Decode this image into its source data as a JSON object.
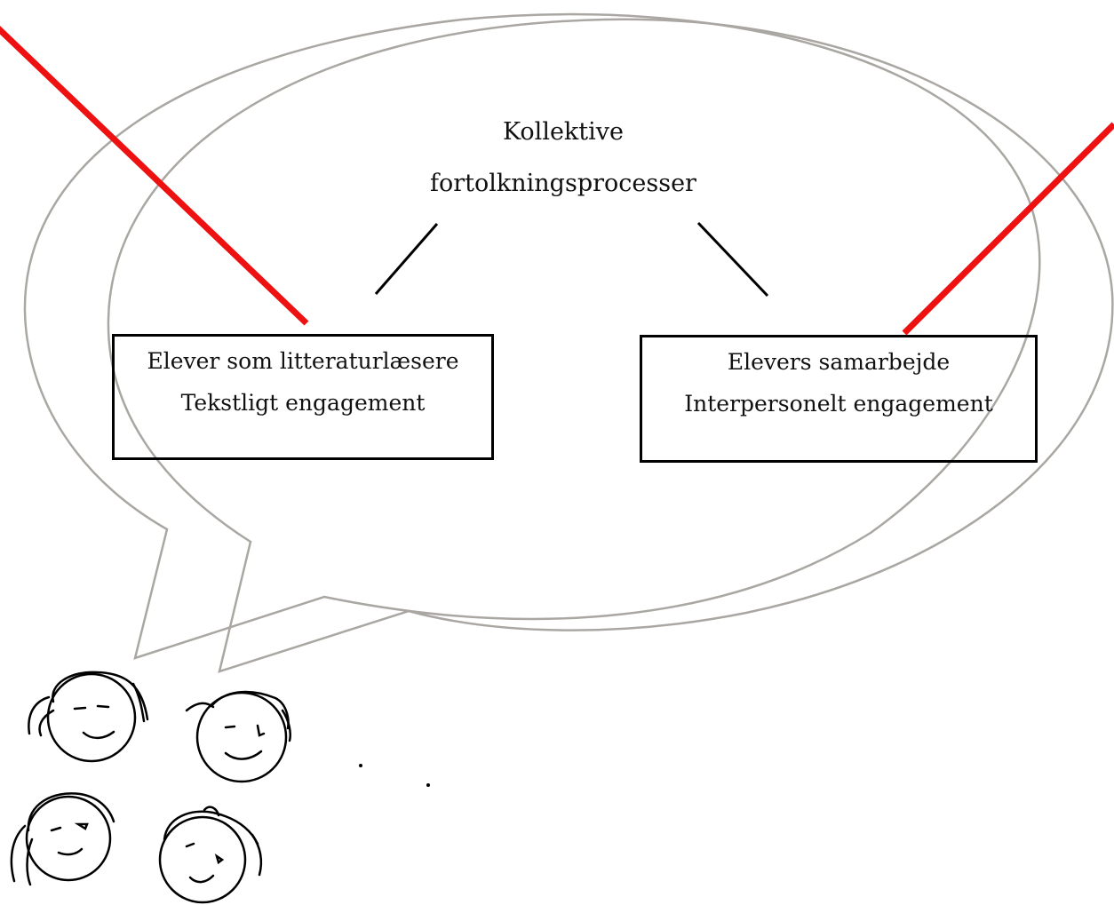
{
  "title": {
    "line1": "Kollektive",
    "line2": "fortolkningsprocesser"
  },
  "left_box": {
    "line1": "Elever som litteraturlæsere",
    "line2": "Tekstligt engagement"
  },
  "right_box": {
    "line1": "Elevers samarbejde",
    "line2": "Interpersonelt engagement"
  },
  "colors": {
    "bubble_outline": "#aaa7a3",
    "pointer_line": "#ee1111",
    "ink": "#000000"
  },
  "icons": [
    "speech-bubble-icon",
    "face-icon"
  ]
}
